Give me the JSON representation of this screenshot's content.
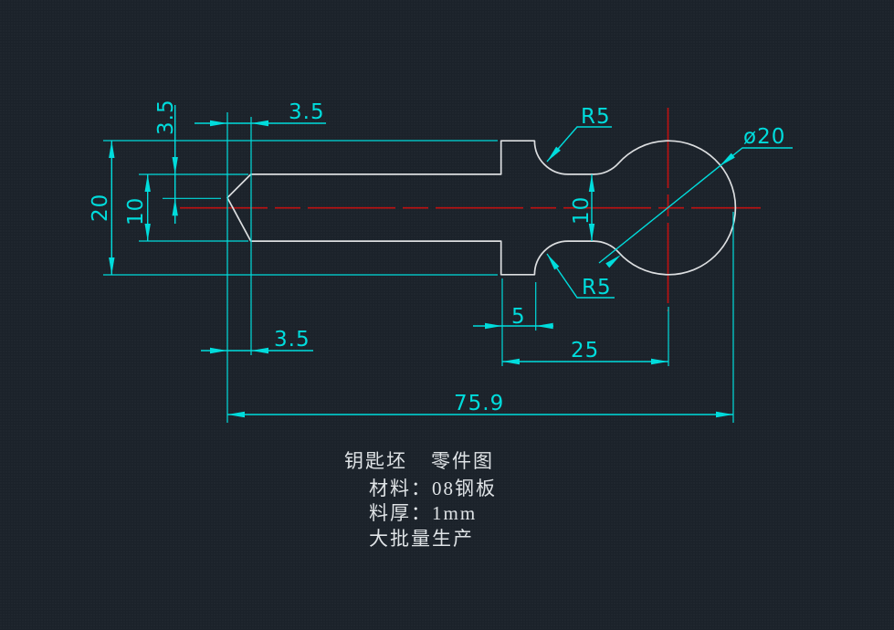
{
  "drawing_labels": {
    "chamfer_top": "3.5",
    "tip_offset": "3.5",
    "overall_height": "20",
    "shaft_width": "10",
    "neck_width": "10",
    "fillet_top": "R5",
    "fillet_bottom": "R5",
    "head_diameter": "ø20",
    "flare_length": "5",
    "flare_to_center": "25",
    "chamfer_bottom": "3.5",
    "overall_length": "75.9"
  },
  "title_block": {
    "part_name": "钥匙坯",
    "drawing_type": "零件图",
    "material": "材料：08钢板",
    "thickness": "料厚：1mm",
    "production": "大批量生产"
  },
  "colors": {
    "dimension": "#00dcdc",
    "outline": "#dcdee0",
    "centerline": "#c01010",
    "background": "#1b222a",
    "text": "#dfe3e6"
  }
}
